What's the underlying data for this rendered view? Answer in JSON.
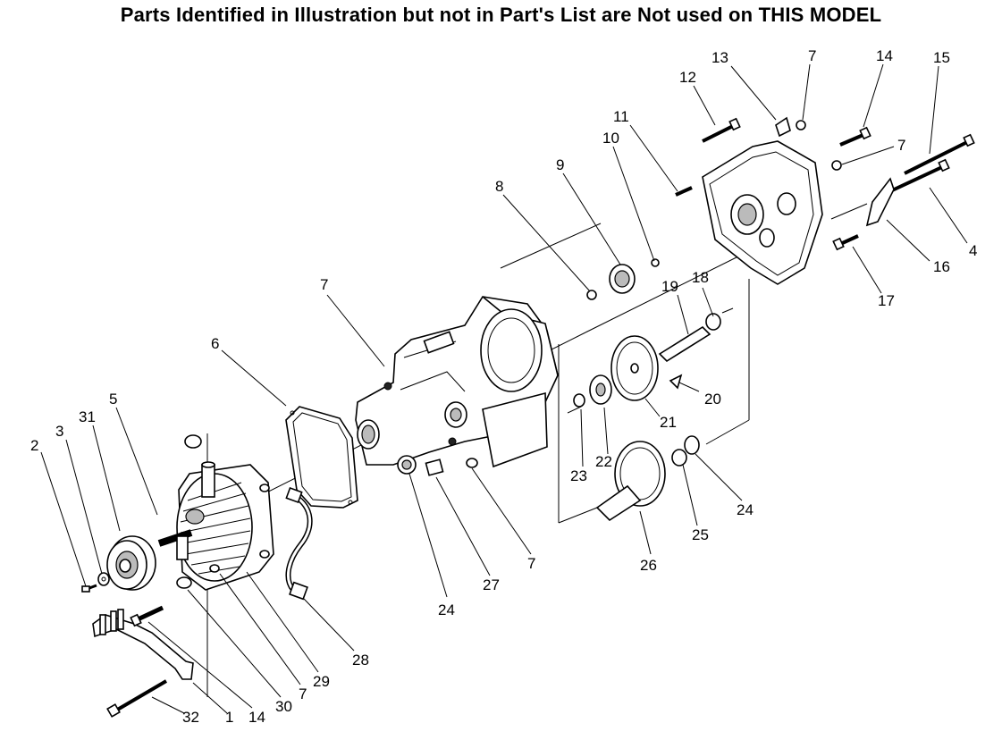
{
  "title": "Parts Identified in Illustration but not in Part's List are Not used on THIS MODEL",
  "callouts": [
    "1",
    "2",
    "3",
    "4",
    "5",
    "6",
    "7",
    "8",
    "9",
    "10",
    "11",
    "12",
    "13",
    "14",
    "15",
    "16",
    "17",
    "18",
    "19",
    "20",
    "21",
    "22",
    "23",
    "24",
    "25",
    "26",
    "27",
    "28",
    "29",
    "30",
    "31",
    "32"
  ],
  "labels": [
    {
      "id": "c2",
      "text": "2"
    },
    {
      "id": "c3",
      "text": "3"
    },
    {
      "id": "c31",
      "text": "31"
    },
    {
      "id": "c5",
      "text": "5"
    },
    {
      "id": "c6",
      "text": "6"
    },
    {
      "id": "c7a",
      "text": "7"
    },
    {
      "id": "c8",
      "text": "8"
    },
    {
      "id": "c9",
      "text": "9"
    },
    {
      "id": "c10",
      "text": "10"
    },
    {
      "id": "c11",
      "text": "11"
    },
    {
      "id": "c12",
      "text": "12"
    },
    {
      "id": "c13",
      "text": "13"
    },
    {
      "id": "c7b",
      "text": "7"
    },
    {
      "id": "c14a",
      "text": "14"
    },
    {
      "id": "c15",
      "text": "15"
    },
    {
      "id": "c7c",
      "text": "7"
    },
    {
      "id": "c4",
      "text": "4"
    },
    {
      "id": "c16",
      "text": "16"
    },
    {
      "id": "c17",
      "text": "17"
    },
    {
      "id": "c18",
      "text": "18"
    },
    {
      "id": "c19",
      "text": "19"
    },
    {
      "id": "c20",
      "text": "20"
    },
    {
      "id": "c21",
      "text": "21"
    },
    {
      "id": "c22",
      "text": "22"
    },
    {
      "id": "c23",
      "text": "23"
    },
    {
      "id": "c24a",
      "text": "24"
    },
    {
      "id": "c25",
      "text": "25"
    },
    {
      "id": "c26",
      "text": "26"
    },
    {
      "id": "c24b",
      "text": "24"
    },
    {
      "id": "c27",
      "text": "27"
    },
    {
      "id": "c7d",
      "text": "7"
    },
    {
      "id": "c28",
      "text": "28"
    },
    {
      "id": "c29",
      "text": "29"
    },
    {
      "id": "c7e",
      "text": "7"
    },
    {
      "id": "c30",
      "text": "30"
    },
    {
      "id": "c14b",
      "text": "14"
    },
    {
      "id": "c1",
      "text": "1"
    },
    {
      "id": "c32",
      "text": "32"
    }
  ]
}
